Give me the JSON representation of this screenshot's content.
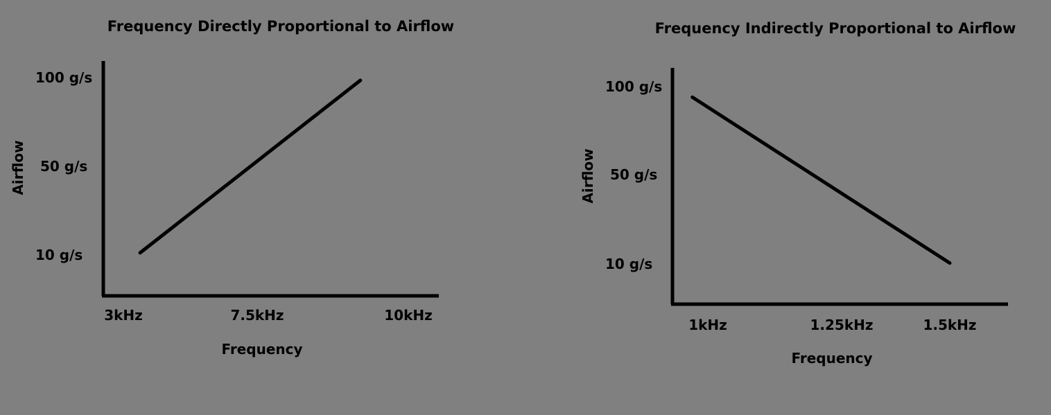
{
  "chart_data": [
    {
      "type": "line",
      "title": "Frequency Directly Proportional to Airflow",
      "xlabel": "Frequency",
      "ylabel": "Airflow",
      "x_ticks": [
        "3kHz",
        "7.5kHz",
        "10kHz"
      ],
      "y_ticks": [
        "100 g/s",
        "50 g/s",
        "10 g/s"
      ],
      "series": [
        {
          "x": [
            3.2,
            9.5
          ],
          "y": [
            5,
            100
          ]
        }
      ],
      "grid": false
    },
    {
      "type": "line",
      "title": "Frequency Indirectly Proportional to Airflow",
      "xlabel": "Frequency",
      "ylabel": "Airflow",
      "x_ticks": [
        "1kHz",
        "1.25kHz",
        "1.5kHz"
      ],
      "y_ticks": [
        "100 g/s",
        "50 g/s",
        "10 g/s"
      ],
      "series": [
        {
          "x": [
            0.98,
            1.5
          ],
          "y": [
            95,
            5
          ]
        }
      ],
      "grid": false
    }
  ]
}
